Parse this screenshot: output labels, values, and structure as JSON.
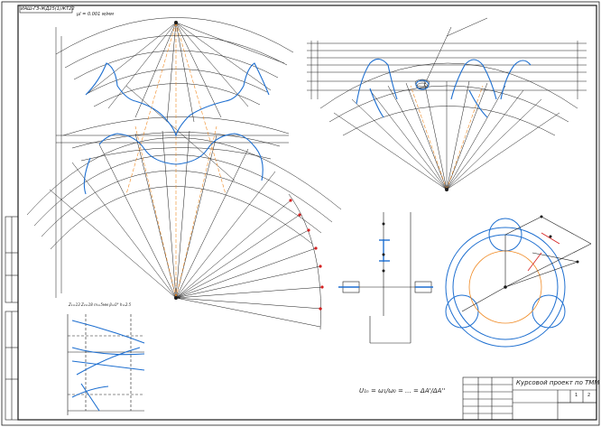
{
  "sheet": {
    "stamp_top_left": "ИАШ-ГЗ-ЖД25(1)ЖТ22",
    "project_title": "Курсовой проект по ТММ",
    "formula_text": "U₁ₙ = ω₁/ω₀ = ... = ΔA'/ΔA''",
    "scale_note": "μl = 0.001 м/мм",
    "graph_header": "Z₁=13  Z₂=18  m=5мм  β=0°  h=2.5",
    "sheet_number": "1",
    "sheet_total": "2"
  },
  "colors": {
    "line": "#1a1a1a",
    "profile": "#1e6fd0",
    "center_line": "#f08a24",
    "marker": "#d42020"
  }
}
